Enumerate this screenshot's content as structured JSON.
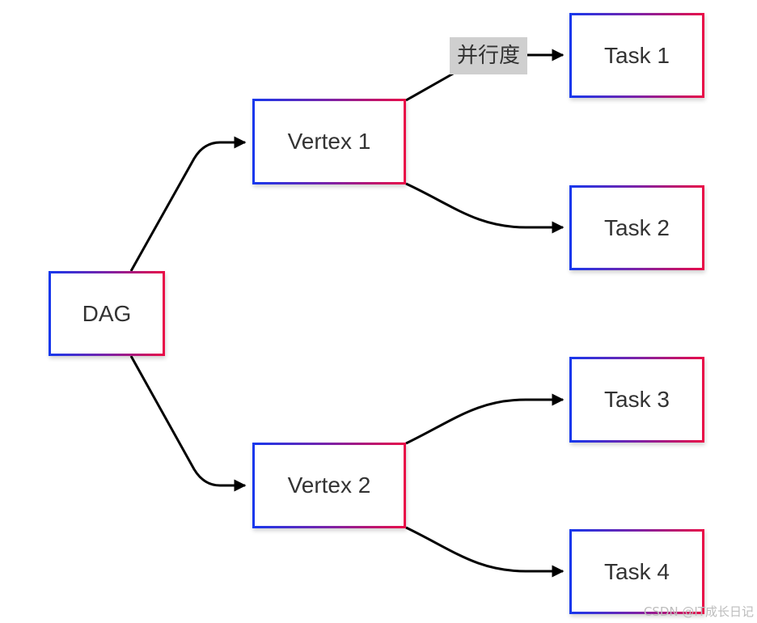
{
  "nodes": {
    "dag": "DAG",
    "vertex1": "Vertex 1",
    "vertex2": "Vertex 2",
    "task1": "Task 1",
    "task2": "Task 2",
    "task3": "Task 3",
    "task4": "Task 4"
  },
  "edge_labels": {
    "vertex1_task1": "并行度"
  },
  "colors": {
    "border_start": "#1538ee",
    "border_end": "#ea0a46",
    "edge": "#000000",
    "label_bg": "#cfcfcf",
    "text": "#333333"
  },
  "watermark": "CSDN @IT成长日记"
}
